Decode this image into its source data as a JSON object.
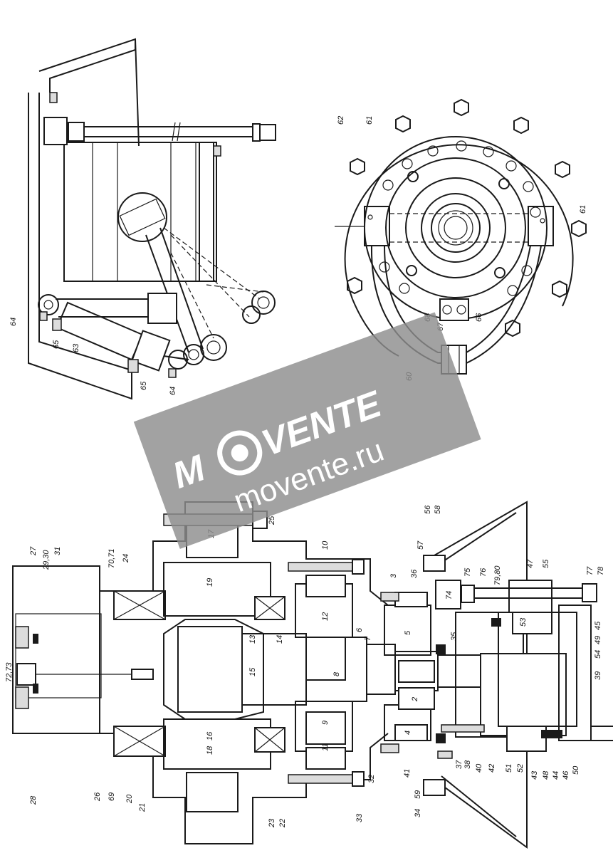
{
  "watermark": {
    "brand_left": "M",
    "brand_right": "VENTE",
    "url": "movente.ru"
  },
  "labels_top_left": [
    "64",
    "65",
    "63",
    "65",
    "64"
  ],
  "labels_top_right": [
    "62",
    "61",
    "61",
    "68",
    "67",
    "66",
    "60"
  ],
  "labels_bottom": [
    "27",
    "29,30",
    "31",
    "70,71",
    "24",
    "72,73",
    "28",
    "26",
    "69",
    "20",
    "21",
    "25",
    "17",
    "19",
    "13",
    "14",
    "15",
    "16",
    "18",
    "23",
    "22",
    "10",
    "12",
    "6",
    "7",
    "8",
    "9",
    "11",
    "5",
    "2",
    "4",
    "3",
    "33",
    "32",
    "41",
    "36",
    "35",
    "37",
    "38",
    "40",
    "42",
    "56",
    "58",
    "57",
    "75",
    "74",
    "76",
    "79,80",
    "47",
    "55",
    "77",
    "78",
    "53",
    "45",
    "49",
    "54",
    "39",
    "51",
    "52",
    "43",
    "48",
    "44",
    "46",
    "50",
    "59",
    "34"
  ]
}
